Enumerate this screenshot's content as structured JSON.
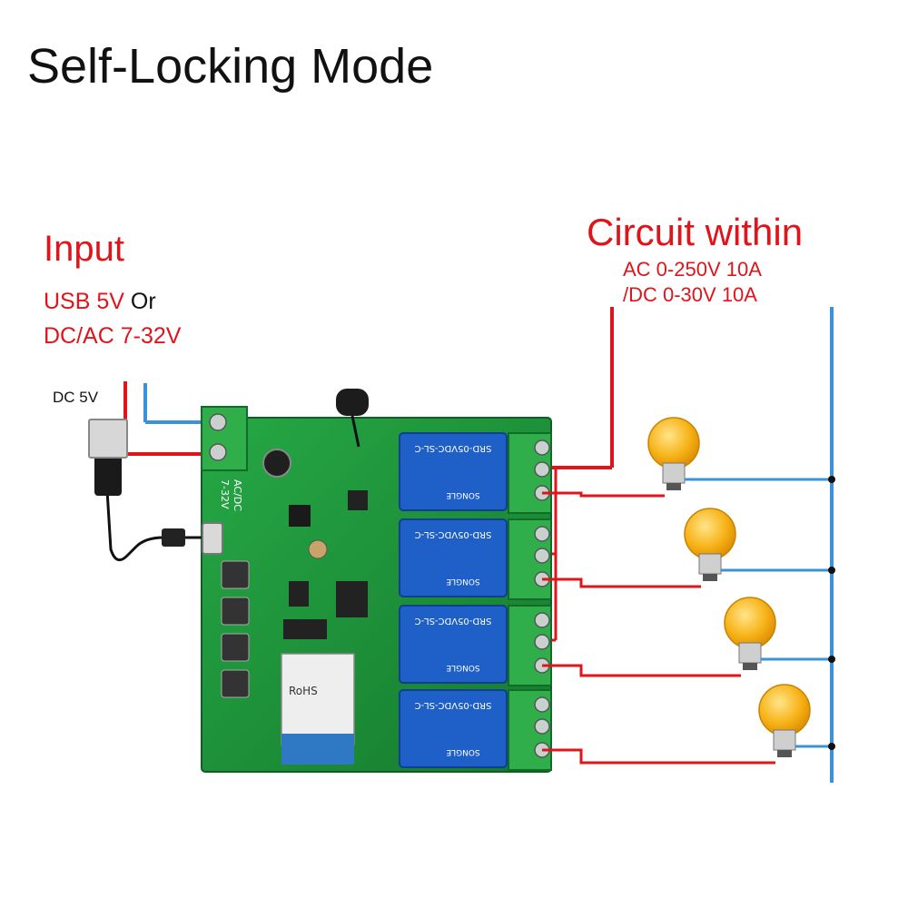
{
  "title": "Self-Locking Mode",
  "input": {
    "heading": "Input",
    "line1_red": "USB 5V",
    "line1_black": "Or",
    "line2": "DC/AC 7-32V",
    "dc_label": "DC 5V"
  },
  "circuit": {
    "heading": "Circuit within",
    "line1": "AC 0-250V 10A",
    "line2": "/DC 0-30V 10A"
  },
  "board": {
    "power_label_1": "AC/DC",
    "power_label_2": "7-32V",
    "relay_text_top": "SRD-05VDC-SL-C",
    "relay_brand": "SONGLE",
    "module_mark": "RoHS"
  },
  "colors": {
    "live_wire": "#e0141b",
    "neutral_wire": "#3a93d8",
    "pcb": "#1e9a3c",
    "relay": "#1f5fc8",
    "terminal": "#2fae4a",
    "bulb": "#f7b217"
  },
  "relay_count": 4,
  "bulb_count": 4
}
